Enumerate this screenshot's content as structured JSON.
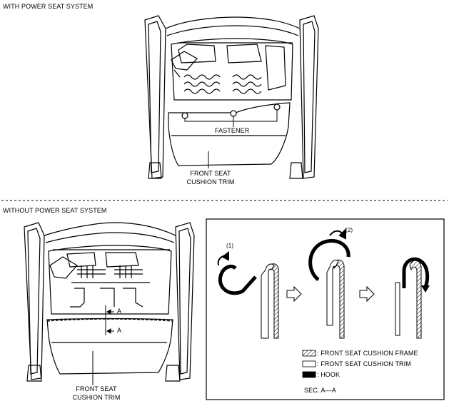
{
  "sections": {
    "top": {
      "title": "WITH POWER SEAT SYSTEM",
      "fastener_label": "FASTENER",
      "trim_label_line1": "FRONT SEAT",
      "trim_label_line2": "CUSHION TRIM"
    },
    "bottom": {
      "title": "WITHOUT POWER SEAT SYSTEM",
      "trim_label_line1": "FRONT SEAT",
      "trim_label_line2": "CUSHION TRIM",
      "section_marker": "A"
    }
  },
  "detail": {
    "step1": "(1)",
    "step2": "(2)",
    "legend": {
      "frame": ": FRONT SEAT CUSHION FRAME",
      "trim": ": FRONT SEAT CUSHION TRIM",
      "hook": ": HOOK"
    },
    "section_caption": "SEC. A—A"
  }
}
